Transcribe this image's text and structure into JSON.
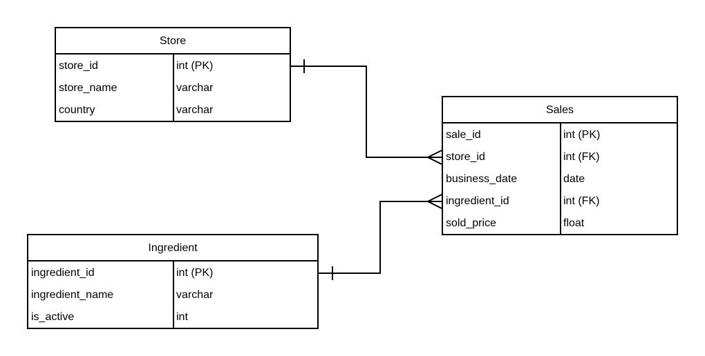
{
  "diagram": {
    "tables": {
      "store": {
        "title": "Store",
        "rows": [
          {
            "name": "store_id",
            "type": "int (PK)"
          },
          {
            "name": "store_name",
            "type": "varchar"
          },
          {
            "name": "country",
            "type": "varchar"
          }
        ]
      },
      "sales": {
        "title": "Sales",
        "rows": [
          {
            "name": "sale_id",
            "type": "int (PK)"
          },
          {
            "name": "store_id",
            "type": "int (FK)"
          },
          {
            "name": "business_date",
            "type": "date"
          },
          {
            "name": "ingredient_id",
            "type": "int (FK)"
          },
          {
            "name": "sold_price",
            "type": "float"
          }
        ]
      },
      "ingredient": {
        "title": "Ingredient",
        "rows": [
          {
            "name": "ingredient_id",
            "type": "int (PK)"
          },
          {
            "name": "ingredient_name",
            "type": "varchar"
          },
          {
            "name": "is_active",
            "type": "int"
          }
        ]
      }
    },
    "relationships": [
      {
        "from": "Store.store_id",
        "to": "Sales.store_id",
        "cardinality": "one-to-many"
      },
      {
        "from": "Ingredient.ingredient_id",
        "to": "Sales.ingredient_id",
        "cardinality": "one-to-many"
      }
    ],
    "colors": {
      "line": "#000000",
      "background": "#ffffff"
    }
  }
}
